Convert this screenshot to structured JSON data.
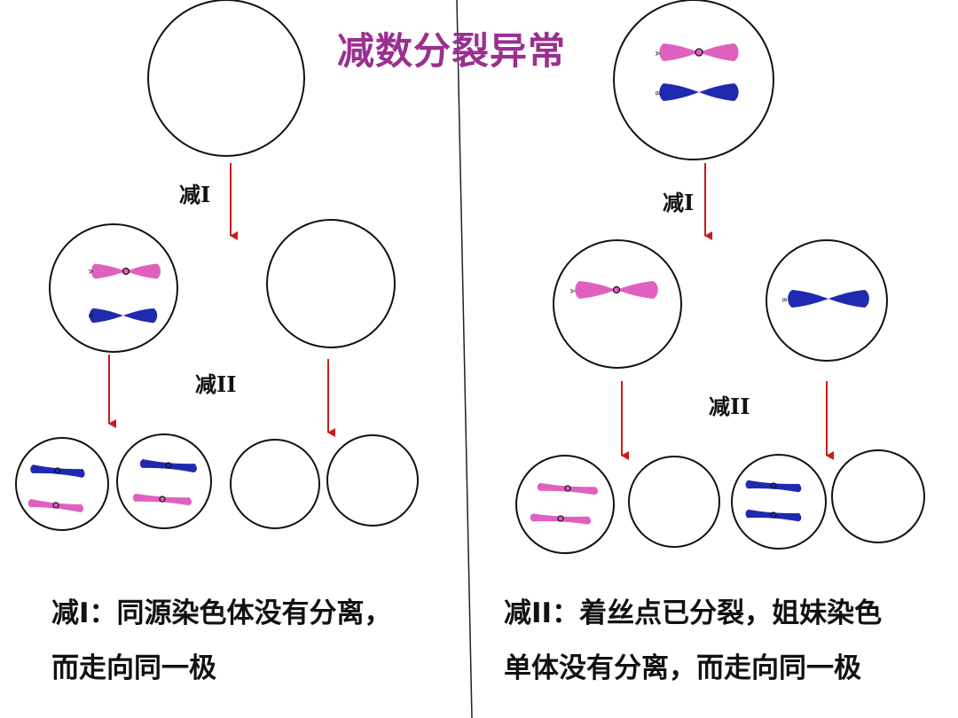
{
  "title": "减数分裂异常",
  "colors": {
    "pink_chromosome": "#e060c0",
    "blue_chromosome": "#1f2ab0",
    "arrow": "#cc1a1a",
    "title": "#9b2f8f"
  },
  "left_panel": {
    "stage1_label": "减I",
    "stage2_label": "减II",
    "caption_line1": "减I：同源染色体没有分离，",
    "caption_line2": "而走向同一极"
  },
  "right_panel": {
    "chrom_label_a": "A",
    "chrom_label_b": "B",
    "stage1_label": "减I",
    "stage2_label": "减II",
    "caption_line1": "减II：着丝点已分裂，姐妹染色",
    "caption_line2": "单体没有分离，而走向同一极"
  }
}
